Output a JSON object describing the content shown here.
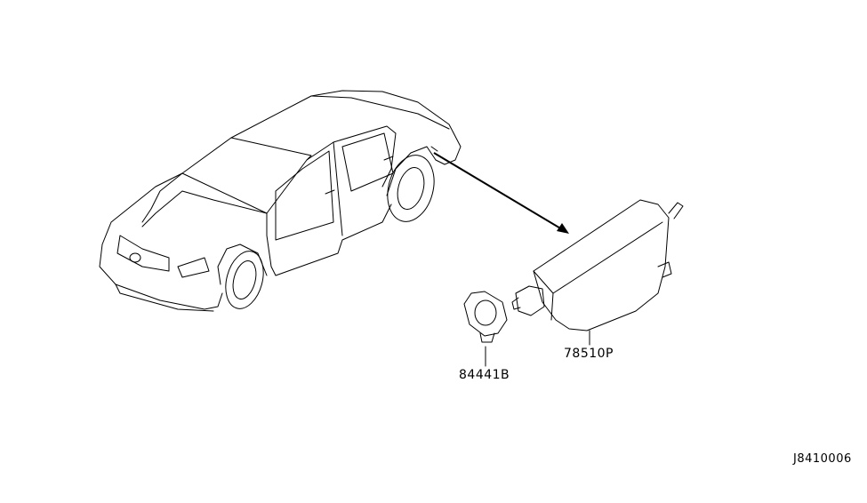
{
  "parts": [
    {
      "part_number": "84441B"
    },
    {
      "part_number": "78510P"
    }
  ],
  "diagram_code": "J8410006",
  "colors": {
    "line": "#000000",
    "background": "#ffffff"
  }
}
